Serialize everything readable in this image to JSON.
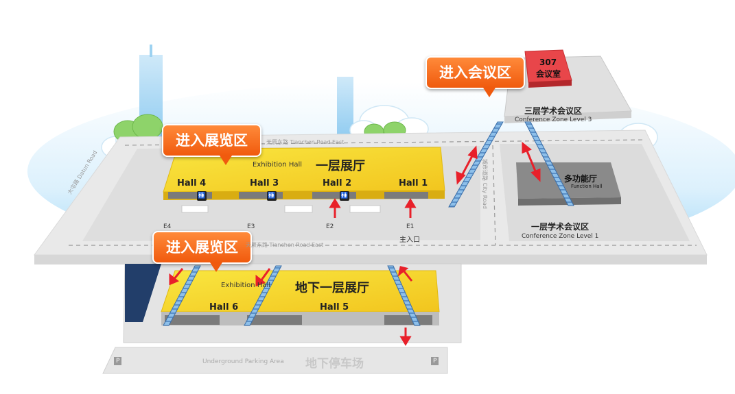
{
  "callouts": {
    "exhibition_upper": "进入展览区",
    "exhibition_lower": "进入展览区",
    "conference": "进入会议区"
  },
  "level1": {
    "title": "一层展厅",
    "subtitle": "Exhibition Hall",
    "halls": [
      "Hall 1",
      "Hall 2",
      "Hall 3",
      "Hall 4"
    ]
  },
  "basement": {
    "title": "地下一层展厅",
    "subtitle": "Exhibition Hall",
    "halls": [
      "Hall 5",
      "Hall 6"
    ]
  },
  "gates": {
    "e1": "E1",
    "e1_sub": "主入口",
    "e2": "E2",
    "e3": "E3",
    "e4": "E4"
  },
  "roads": {
    "top": "天辰东路 Tianchen Road East",
    "bottom": "天辰东路 Tianchen Road East",
    "left": "大屯路 Datun Road",
    "city": "城市道路 City Road"
  },
  "rooms": {
    "room307_num": "307",
    "room307_name": "会议室",
    "conf3_cn": "三层学术会议区",
    "conf3_en": "Conference Zone Level 3",
    "conf1_cn": "一层学术会议区",
    "conf1_en": "Conference Zone Level 1",
    "function_cn": "多功能厅",
    "function_en": "Function Hall"
  },
  "parking": {
    "cn": "地下停车场",
    "en": "Underground Parking Area",
    "p_left": "P",
    "p_right": "P"
  },
  "icons": {
    "restroom": "restroom-icon",
    "arrow": "red-arrow-icon",
    "escalator": "escalator-icon"
  },
  "colors": {
    "hall_yellow": "#f7dc2c",
    "callout_orange": "#f26a1b",
    "room307_red": "#e8464a",
    "arrow_red": "#e8202a",
    "escalator_blue": "#6aa0d8"
  }
}
